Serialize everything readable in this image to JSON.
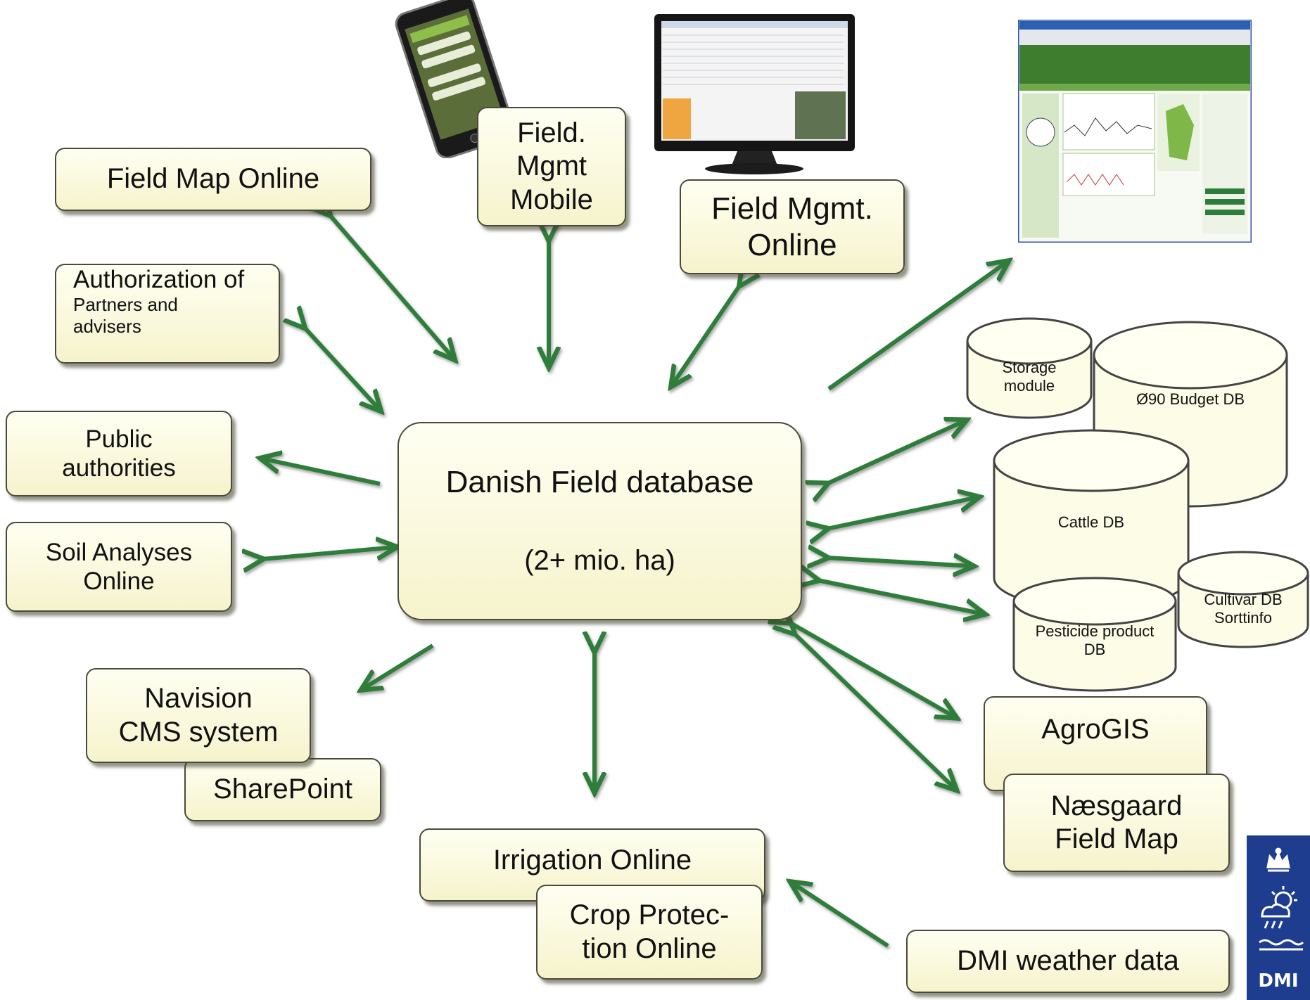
{
  "center": {
    "title": "Danish Field database",
    "subtitle": "(2+ mio. ha)"
  },
  "boxes": {
    "field_map_online": "Field Map Online",
    "authorization": {
      "line1": "Authorization of",
      "line2": "Partners and",
      "line3": "advisers"
    },
    "public_authorities": {
      "line1": "Public",
      "line2": "authorities"
    },
    "soil_analyses": {
      "line1": "Soil Analyses",
      "line2": "Online"
    },
    "navision": {
      "line1": "Navision",
      "line2": "CMS system"
    },
    "sharepoint": "SharePoint",
    "field_mgmt_mobile": {
      "line1": "Field.",
      "line2": "Mgmt",
      "line3": "Mobile"
    },
    "field_mgmt_online": {
      "line1": "Field Mgmt.",
      "line2": "Online"
    },
    "irrigation_online": "Irrigation Online",
    "crop_protection": {
      "line1": "Crop Protec-",
      "line2": "tion Online"
    },
    "agrogis": "AgroGIS",
    "naesgaard": {
      "line1": "Næsgaard",
      "line2": "Field Map"
    },
    "dmi_weather": "DMI weather data"
  },
  "databases": {
    "storage": {
      "line1": "Storage",
      "line2": "module"
    },
    "budget": "Ø90 Budget DB",
    "cattle": "Cattle DB",
    "pesticide": {
      "line1": "Pesticide product",
      "line2": "DB"
    },
    "cultivar": {
      "line1": "Cultivar DB",
      "line2": "Sorttinfo"
    }
  },
  "logo": {
    "text": "DMI",
    "color": "#1e3d8f"
  },
  "colors": {
    "arrow": "#2e7d3a",
    "box_fill": "#fbf9dc",
    "box_border": "#4a4a3a"
  }
}
